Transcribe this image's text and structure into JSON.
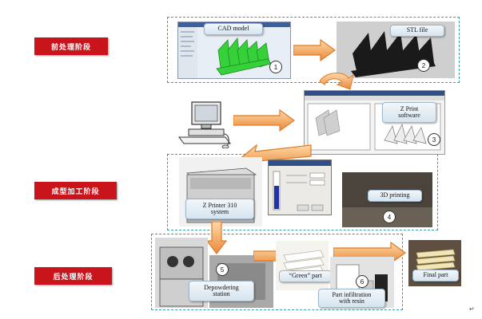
{
  "stages": {
    "pre": "前处理阶段",
    "forming": "成型加工阶段",
    "post": "后处理阶段"
  },
  "captions": {
    "cad": "CAD model",
    "stl": "STL file",
    "zprint": "Z Print\nsoftware",
    "printer": "Z Printer 310\nsystem",
    "printing": "3D printing",
    "depowder": "Depowdering\nstation",
    "green": "“Green” part",
    "infiltration": "Part infiltration\nwith resin",
    "final": "Final part"
  },
  "steps": {
    "n1": "1",
    "n2": "2",
    "n3": "3",
    "n4": "4",
    "n5": "5",
    "n6": "6"
  },
  "colors": {
    "stage_red": "#c9141c",
    "dash_border": "#3a9bb0",
    "arrow_fill": "#f0a050"
  },
  "return_mark": "↵"
}
